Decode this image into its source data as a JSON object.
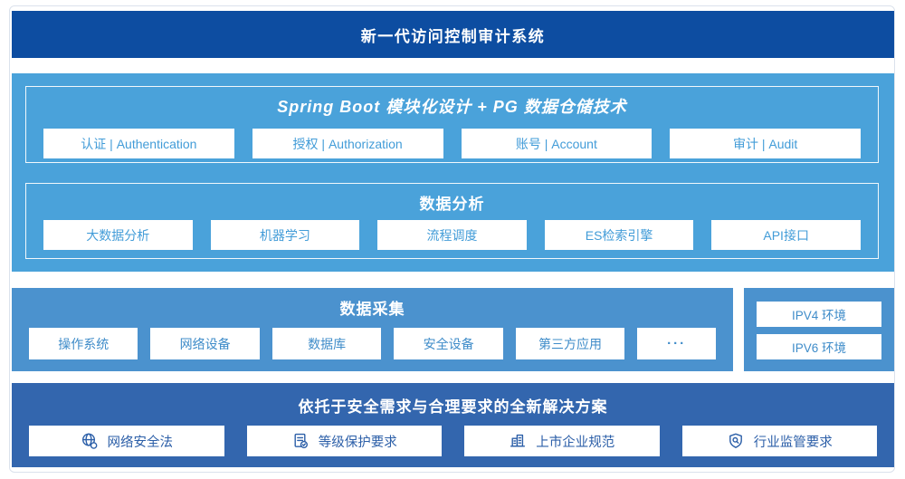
{
  "header": {
    "title": "新一代访问控制审计系统"
  },
  "spring_section": {
    "title": "Spring Boot 模块化设计 + PG 数据仓储技术",
    "items": [
      {
        "label": "认证 | Authentication"
      },
      {
        "label": "授权 | Authorization"
      },
      {
        "label": "账号 | Account"
      },
      {
        "label": "审计 | Audit"
      }
    ]
  },
  "analysis_section": {
    "title": "数据分析",
    "items": [
      {
        "label": "大数据分析"
      },
      {
        "label": "机器学习"
      },
      {
        "label": "流程调度"
      },
      {
        "label": "ES检索引擎"
      },
      {
        "label": "API接口"
      }
    ]
  },
  "collect_section": {
    "title": "数据采集",
    "items": [
      {
        "label": "操作系统"
      },
      {
        "label": "网络设备"
      },
      {
        "label": "数据库"
      },
      {
        "label": "安全设备"
      },
      {
        "label": "第三方应用"
      },
      {
        "label": "···"
      }
    ]
  },
  "env_panel": {
    "items": [
      {
        "label": "IPV4 环境"
      },
      {
        "label": "IPV6 环境"
      }
    ]
  },
  "solution_section": {
    "title": "依托于安全需求与合理要求的全新解决方案",
    "items": [
      {
        "icon": "globe-icon",
        "label": "网络安全法"
      },
      {
        "icon": "document-check-icon",
        "label": "等级保护要求"
      },
      {
        "icon": "building-icon",
        "label": "上市企业规范"
      },
      {
        "icon": "shield-search-icon",
        "label": "行业监管要求"
      }
    ]
  },
  "colors": {
    "header_bg": "#0d4da1",
    "platform_bg": "#4aa2da",
    "collect_bg": "#4b92ce",
    "solution_bg": "#3366ae",
    "platform_box_text": "#429cd8",
    "collect_box_text": "#3f8cc9",
    "solution_box_text": "#2c5fa8",
    "box_bg": "#ffffff"
  }
}
